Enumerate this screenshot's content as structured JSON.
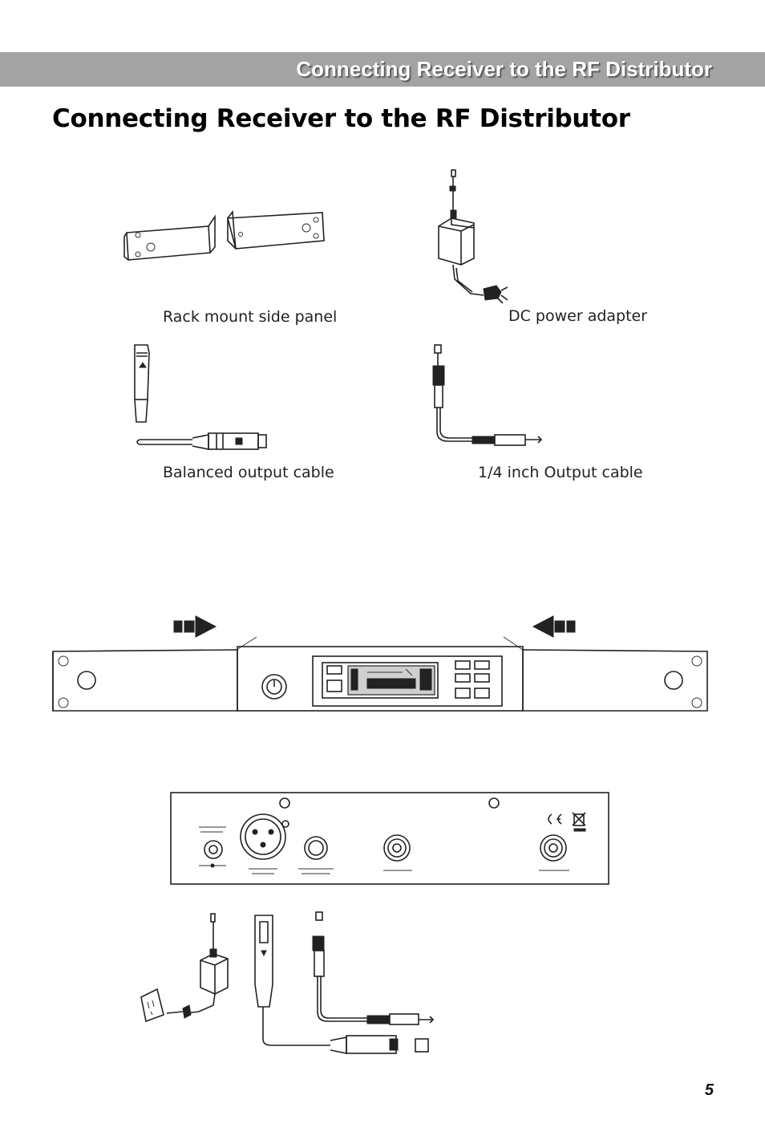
{
  "header": {
    "title": "Connecting Receiver to the RF Distributor"
  },
  "page_title": "Connecting Receiver to the RF Distributor",
  "accessories": {
    "rack_mount": "Rack mount side panel",
    "dc_adapter": "DC power adapter",
    "balanced_cable": "Balanced output cable",
    "quarter_inch_cable": "1/4 inch Output cable"
  },
  "page_number": "5"
}
